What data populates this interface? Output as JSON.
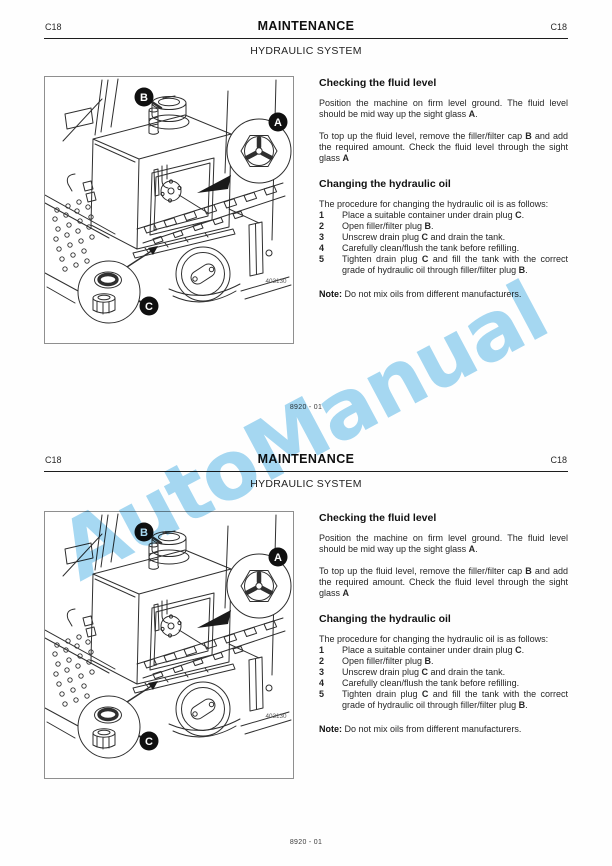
{
  "watermark": {
    "text": "AutoManual",
    "color": "#a6d8f2"
  },
  "pages": [
    {
      "header": {
        "left": "C18",
        "title": "MAINTENANCE",
        "right": "C18"
      },
      "subtitle": "HYDRAULIC SYSTEM",
      "figure": {
        "callout_a": "A",
        "callout_b": "B",
        "callout_c": "C",
        "number": "403130"
      },
      "checking": {
        "heading": "Checking the fluid level",
        "p1": {
          "pre": "Position the machine on firm level ground. The fluid level should be mid way up the sight glass ",
          "bold": "A",
          "post": "."
        },
        "p2": {
          "pre": "To top up the fluid level, remove the filler/filter cap ",
          "bold1": "B",
          "mid": " and add the required amount. Check the fluid level through the sight glass ",
          "bold2": "A",
          "post": ""
        }
      },
      "changing": {
        "heading": "Changing the hydraulic oil",
        "intro": "The procedure for changing the hydraulic oil is as follows:",
        "steps": [
          {
            "num": "1",
            "pre": "Place a suitable container under drain plug ",
            "bold1": "C",
            "mid": "",
            "bold2": "",
            "post": "."
          },
          {
            "num": "2",
            "pre": "Open filler/filter plug ",
            "bold1": "B",
            "mid": "",
            "bold2": "",
            "post": "."
          },
          {
            "num": "3",
            "pre": "Unscrew drain plug ",
            "bold1": "C",
            "mid": " and drain the tank.",
            "bold2": "",
            "post": ""
          },
          {
            "num": "4",
            "pre": "Carefully clean/flush the tank before refilling.",
            "bold1": "",
            "mid": "",
            "bold2": "",
            "post": ""
          },
          {
            "num": "5",
            "pre": "Tighten drain plug ",
            "bold1": "C",
            "mid": " and fill the tank with the correct grade of hydraulic oil through filler/filter plug ",
            "bold2": "B",
            "post": "."
          }
        ],
        "note_label": "Note:",
        "note_text": " Do not mix oils from different manufacturers."
      },
      "footer": "8920 - 01"
    },
    {
      "header": {
        "left": "C18",
        "title": "MAINTENANCE",
        "right": "C18"
      },
      "subtitle": "HYDRAULIC SYSTEM",
      "figure": {
        "callout_a": "A",
        "callout_b": "B",
        "callout_c": "C",
        "number": "403130"
      },
      "checking": {
        "heading": "Checking the fluid level",
        "p1": {
          "pre": "Position the machine on firm level ground. The fluid level should be mid way up the sight glass ",
          "bold": "A",
          "post": "."
        },
        "p2": {
          "pre": "To top up the fluid level, remove the filler/filter cap ",
          "bold1": "B",
          "mid": " and add the required amount. Check the fluid level through the sight glass ",
          "bold2": "A",
          "post": ""
        }
      },
      "changing": {
        "heading": "Changing the hydraulic oil",
        "intro": "The procedure for changing the hydraulic oil is as follows:",
        "steps": [
          {
            "num": "1",
            "pre": "Place a suitable container under drain plug ",
            "bold1": "C",
            "mid": "",
            "bold2": "",
            "post": "."
          },
          {
            "num": "2",
            "pre": "Open filler/filter plug ",
            "bold1": "B",
            "mid": "",
            "bold2": "",
            "post": "."
          },
          {
            "num": "3",
            "pre": "Unscrew drain plug ",
            "bold1": "C",
            "mid": " and drain the tank.",
            "bold2": "",
            "post": ""
          },
          {
            "num": "4",
            "pre": "Carefully clean/flush the tank before refilling.",
            "bold1": "",
            "mid": "",
            "bold2": "",
            "post": ""
          },
          {
            "num": "5",
            "pre": "Tighten drain plug ",
            "bold1": "C",
            "mid": " and fill the tank with the correct grade of hydraulic oil through filler/filter plug ",
            "bold2": "B",
            "post": "."
          }
        ],
        "note_label": "Note:",
        "note_text": " Do not mix oils from different manufacturers."
      },
      "footer": "8920 - 01"
    }
  ]
}
